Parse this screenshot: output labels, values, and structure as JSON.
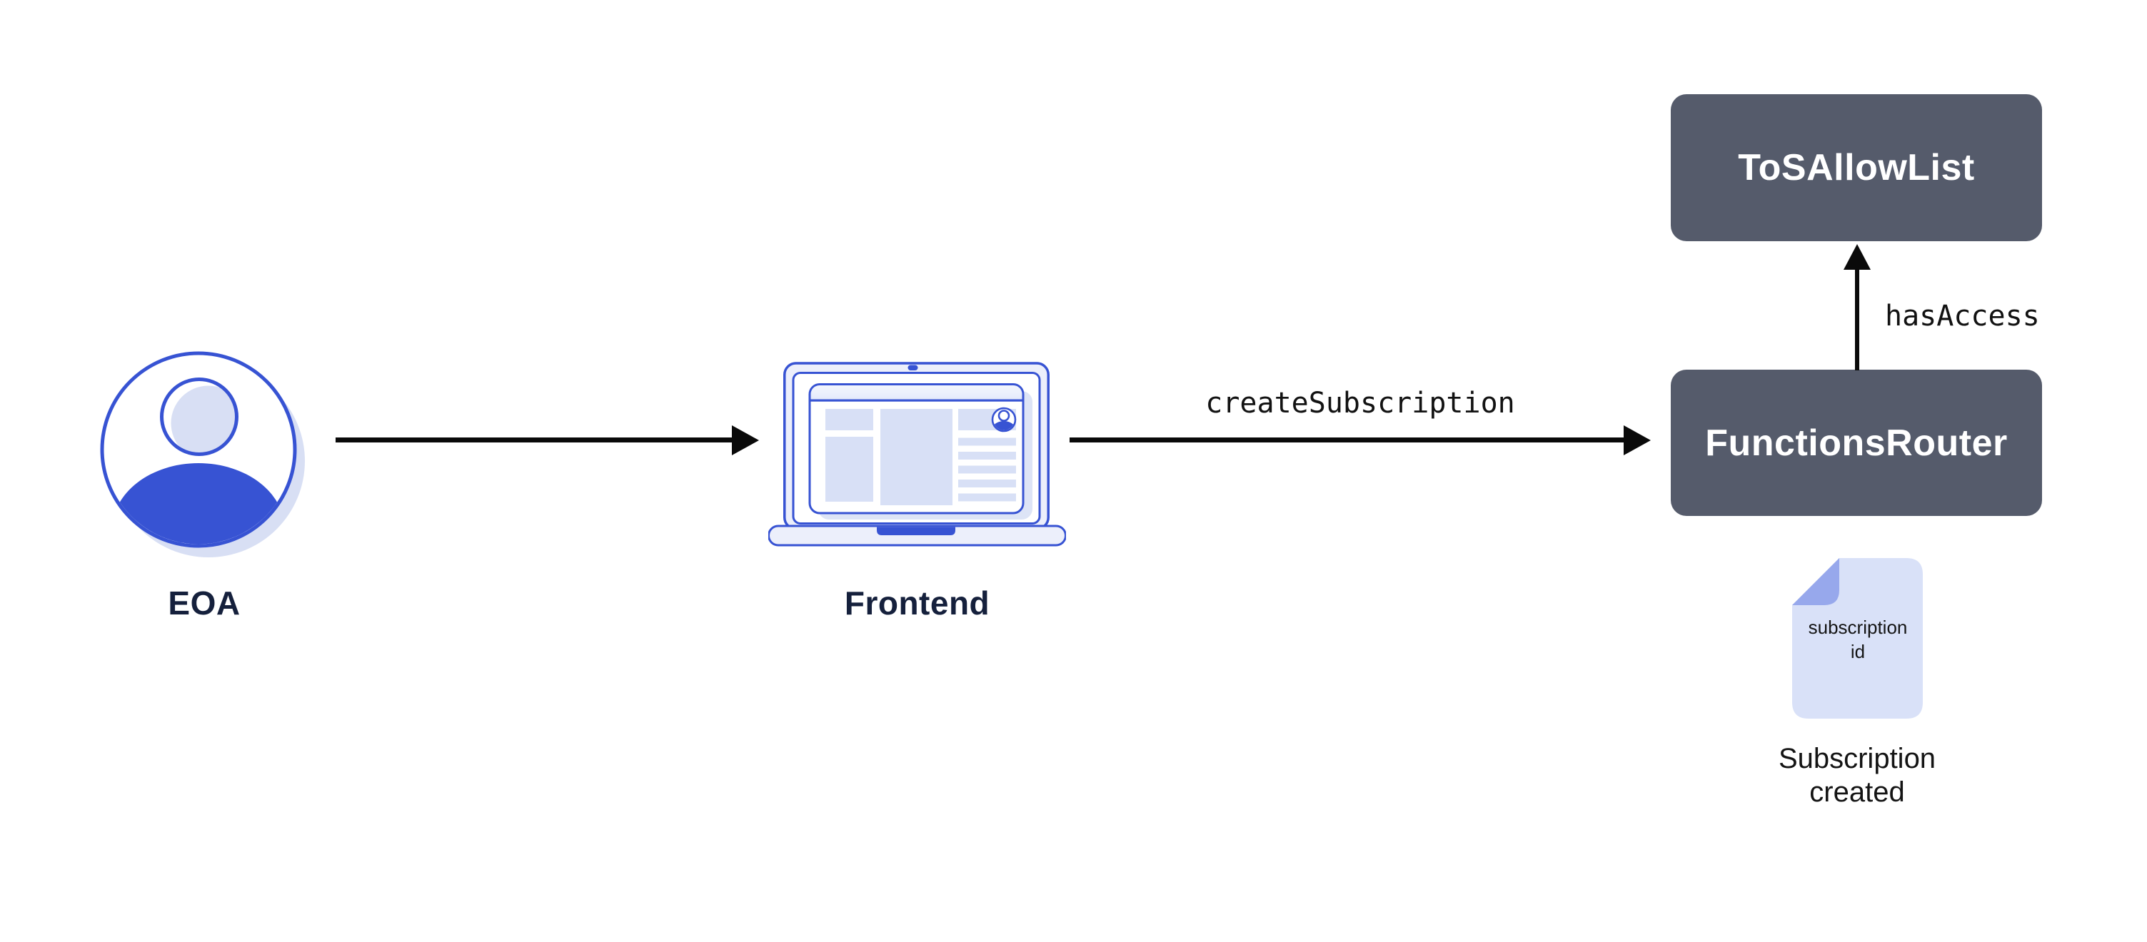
{
  "palette": {
    "bg": "#ffffff",
    "blue": "#3753d3",
    "lavender": "#d9e1f8",
    "lavender-mid": "#97a8ec",
    "lavender-soft": "#d8dff4",
    "shell": "#eceffb",
    "blocks": "#d8e0f6",
    "window-shadow": "#dde4f6",
    "node-dark": "#555b6b",
    "navy": "#15203c",
    "ink": "#121212",
    "arrow": "#0a0a0a"
  },
  "actors": {
    "eoa": {
      "label": "EOA"
    },
    "frontend": {
      "label": "Frontend"
    }
  },
  "contracts": {
    "functions_router": {
      "label": "FunctionsRouter"
    },
    "tos_allow_list": {
      "label": "ToSAllowList"
    }
  },
  "edges": {
    "frontend_to_router": {
      "label": "createSubscription"
    },
    "router_to_allowlist": {
      "label": "hasAccess"
    }
  },
  "artifact": {
    "doc_text": "subscription id",
    "caption": "Subscription created"
  }
}
